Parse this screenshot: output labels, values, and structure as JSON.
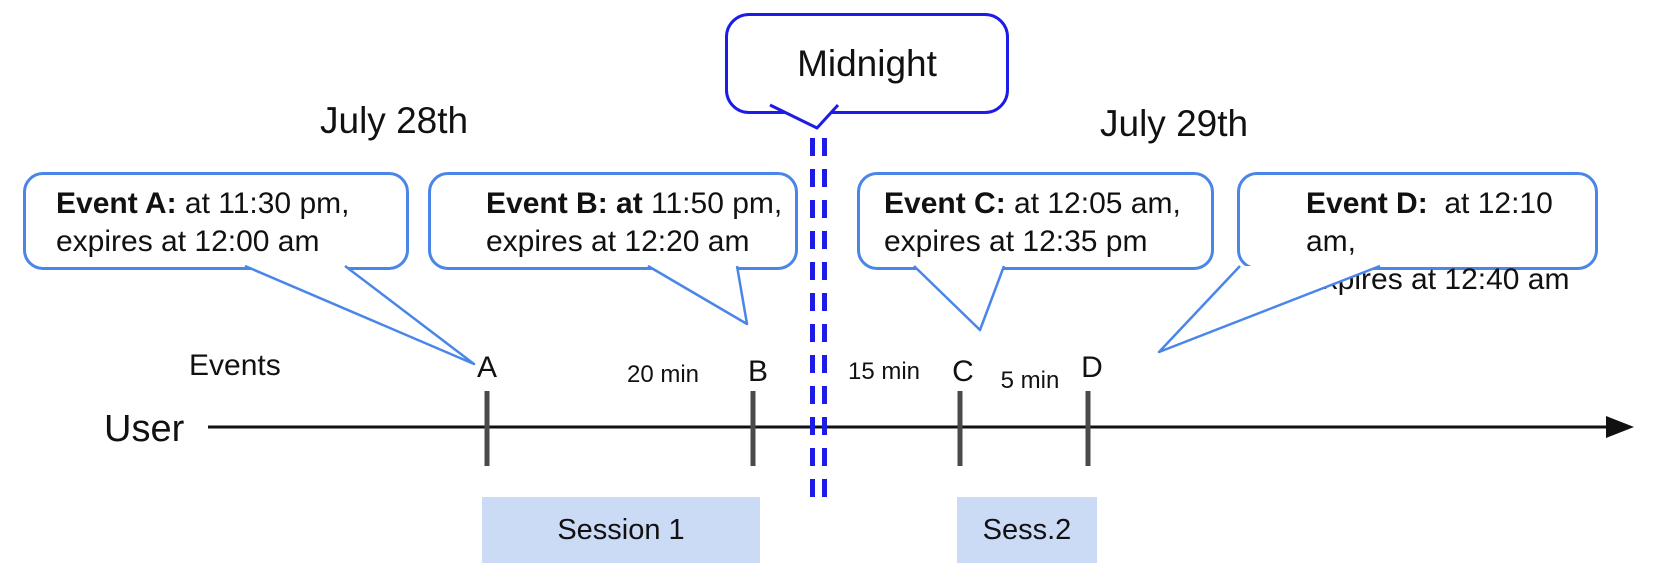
{
  "title_dates": {
    "left": "July 28th",
    "right": "July 29th"
  },
  "midnight_callout": {
    "label": "Midnight"
  },
  "event_callouts": [
    {
      "marker": "A",
      "title": "Event A:",
      "time": " at 11:30 pm,",
      "expiry": "expires at 12:00 am"
    },
    {
      "marker": "B",
      "title": "Event B: at",
      "time": " 11:50 pm,",
      "expiry": "expires at 12:20 am"
    },
    {
      "marker": "C",
      "title": "Event C:",
      "time": " at 12:05 am,",
      "expiry": "expires at 12:35 pm"
    },
    {
      "marker": "D",
      "title": "Event D:",
      "time": "  at 12:10 am,",
      "expiry": "expires at 12:40 am"
    }
  ],
  "timeline": {
    "events_label": "Events",
    "row_label": "User",
    "markers": [
      "A",
      "B",
      "C",
      "D"
    ],
    "intervals": [
      "20 min",
      "15 min",
      "5 min"
    ]
  },
  "sessions": [
    {
      "label": "Session 1"
    },
    {
      "label": "Sess.2"
    }
  ],
  "colors": {
    "callout_border": "#4a86e8",
    "midnight_border": "#1c1ce6",
    "dashed_divider": "#1c1ce6",
    "session_fill": "#cbdaf5",
    "tick_color": "#4a4a4a",
    "axis_color": "#111111"
  }
}
